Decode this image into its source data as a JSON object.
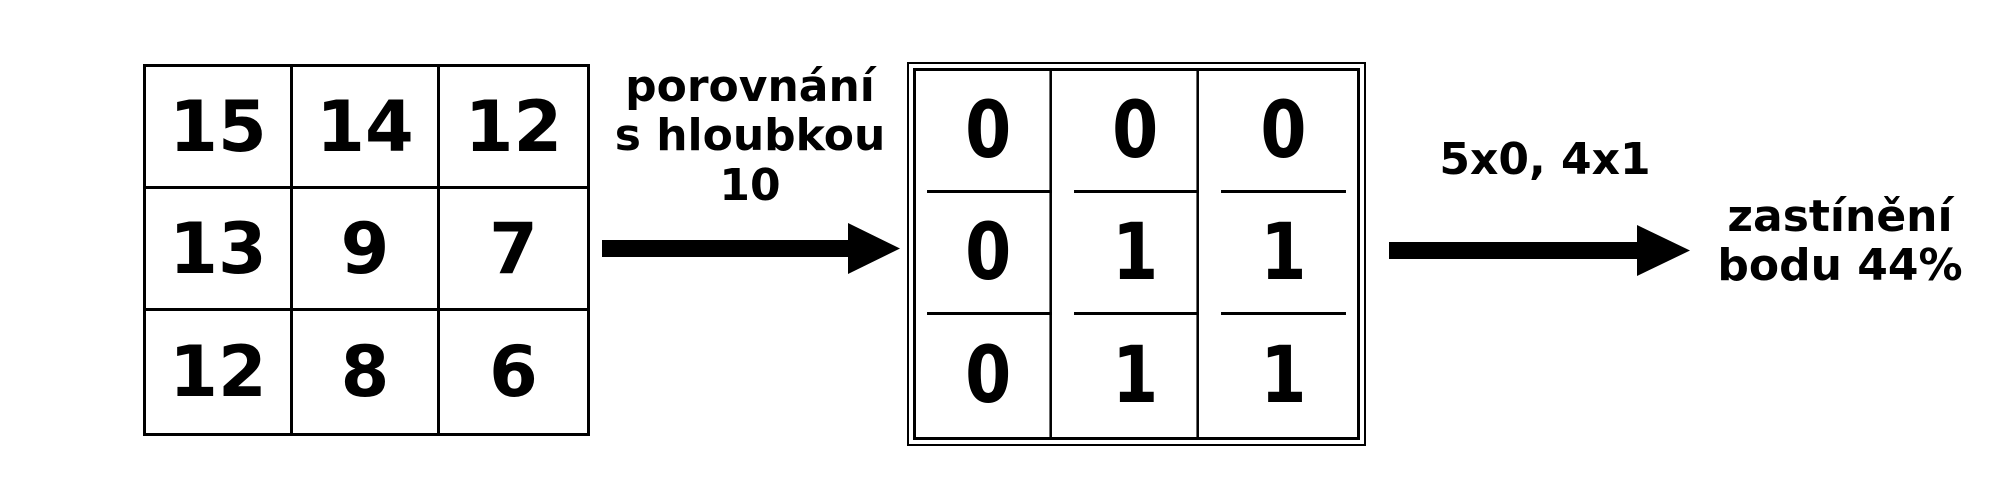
{
  "depth_grid": {
    "rows": [
      [
        "15",
        "14",
        "12"
      ],
      [
        "13",
        "9",
        "7"
      ],
      [
        "12",
        "8",
        "6"
      ]
    ]
  },
  "compare_label": {
    "line1": "porovnání",
    "line2": "s hloubkou",
    "line3": "10"
  },
  "binary_grid": {
    "rows": [
      [
        "0",
        "0",
        "0"
      ],
      [
        "0",
        "1",
        "1"
      ],
      [
        "0",
        "1",
        "1"
      ]
    ]
  },
  "count_label": "5x0, 4x1",
  "result_label": {
    "line1": "zastínění",
    "line2": "bodu 44%"
  }
}
